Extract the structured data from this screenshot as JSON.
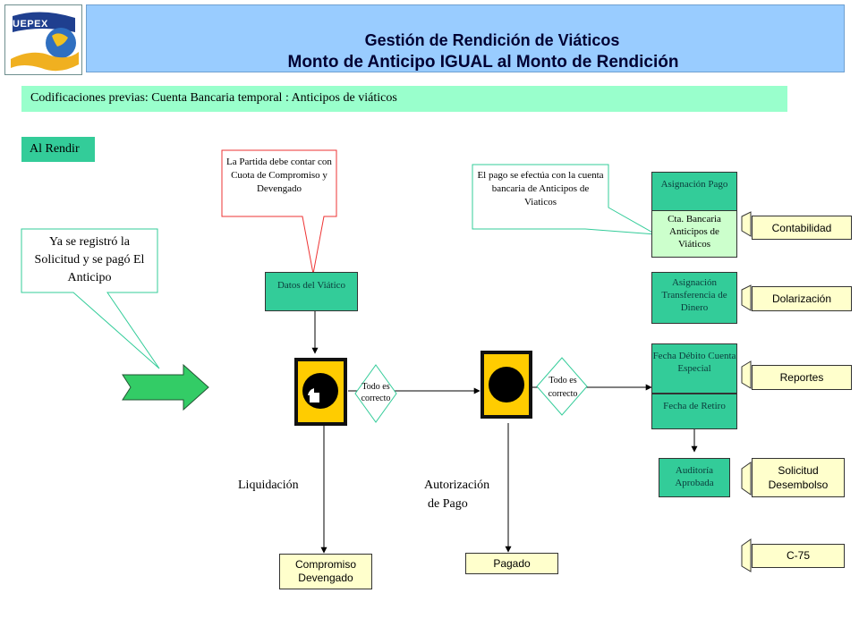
{
  "header": {
    "logo_text": "UEPEX",
    "title_line1": "Gestión de Rendición de Viáticos",
    "title_line2": "Monto de Anticipo IGUAL al Monto de Rendición"
  },
  "codificaciones": "Codificaciones previas:  Cuenta Bancaria temporal : Anticipos de viáticos",
  "al_rendir": "Al Rendir",
  "callouts": {
    "solicitud": "Ya se registró la Solicitud y se pagó El Anticipo",
    "partida": "La Partida debe contar con Cuota de Compromiso y Devengado",
    "pago": "El pago se efectúa con la cuenta bancaria de Anticipos de Viaticos"
  },
  "flow": {
    "datos_viatico": "Datos del Viático",
    "todo_correcto_1": "Todo es correcto",
    "todo_correcto_2": "Todo es correcto",
    "liquidacion": "Liquidación",
    "autorizacion": "Autorización",
    "de_pago": "de Pago",
    "compromiso": "Compromiso Devengado",
    "pagado": "Pagado"
  },
  "right_column": {
    "asignacion_pago": "Asignación Pago",
    "cta_bancaria": "Cta. Bancaria Anticipos de Viáticos",
    "asignacion_transferencia": "Asignación Transferencia de Dinero",
    "fecha_debito": "Fecha Débito Cuenta Especial",
    "fecha_retiro": "Fecha de Retiro",
    "auditoria": "Auditoría Aprobada"
  },
  "reports": {
    "contabilidad": "Contabilidad",
    "dolarizacion": "Dolarización",
    "reportes": "Reportes",
    "solicitud_desembolso": "Solicitud Desembolso",
    "c75": "C-75"
  },
  "colors": {
    "title_bg": "#99ccff",
    "cod_bg": "#99ffcc",
    "teal": "#33cc99",
    "light_teal": "#ccffcc",
    "report_bg": "#ffffcc",
    "icon_yellow": "#ffcc00"
  }
}
